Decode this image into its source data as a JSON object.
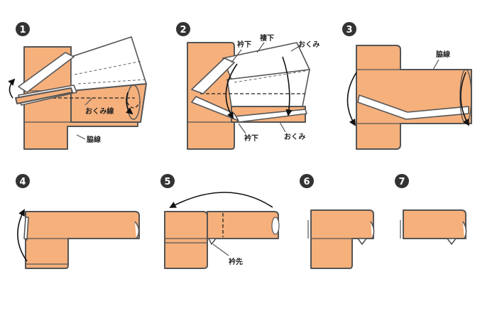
{
  "steps": [
    "1",
    "2",
    "3",
    "4",
    "5",
    "6",
    "7"
  ],
  "labels": {
    "okumi_line": "おくみ線",
    "side_seam_1": "脇線",
    "eri_shita": "衿下",
    "tsuma_shita": "褄下",
    "okumi": "おくみ",
    "eri_shita_2": "衿下",
    "okumi_2": "おくみ",
    "side_seam_3": "脇線",
    "eri_saki": "衿先"
  },
  "colors": {
    "fabric": "#f5b07c",
    "outline": "#555555",
    "badge": "#333333"
  }
}
